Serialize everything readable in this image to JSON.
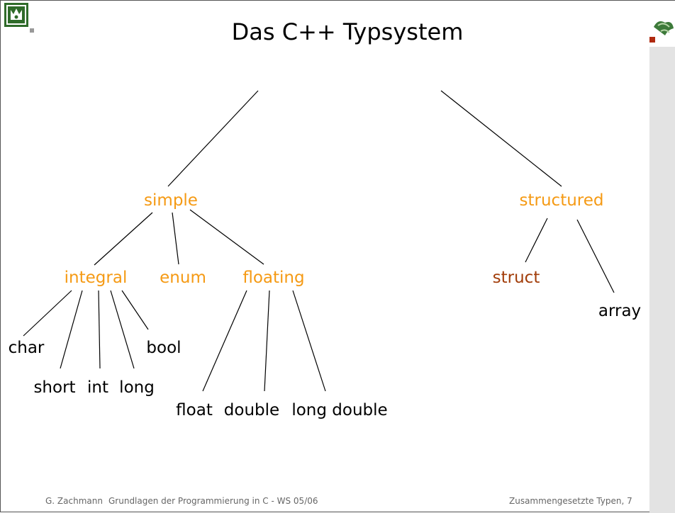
{
  "title": "Das C++ Typsystem",
  "tree": {
    "simple": "simple",
    "structured": "structured",
    "integral": "integral",
    "enum": "enum",
    "floating": "floating",
    "struct": "struct",
    "array": "array",
    "char": "char",
    "short": "short",
    "int": "int",
    "long": "long",
    "bool": "bool",
    "float": "float",
    "double": "double",
    "long_double": "long double"
  },
  "footer": {
    "author": "G. Zachmann",
    "course": "Grundlagen der Programmierung in C - WS 05/06",
    "page": "Zusammengesetzte Typen, 7"
  },
  "colors": {
    "category": "#f59a14",
    "struct": "#a23d0a",
    "leaf": "#000000"
  },
  "icons": {
    "left_logo": "university-seal-icon",
    "right_logo": "ivy-leaves-icon"
  }
}
